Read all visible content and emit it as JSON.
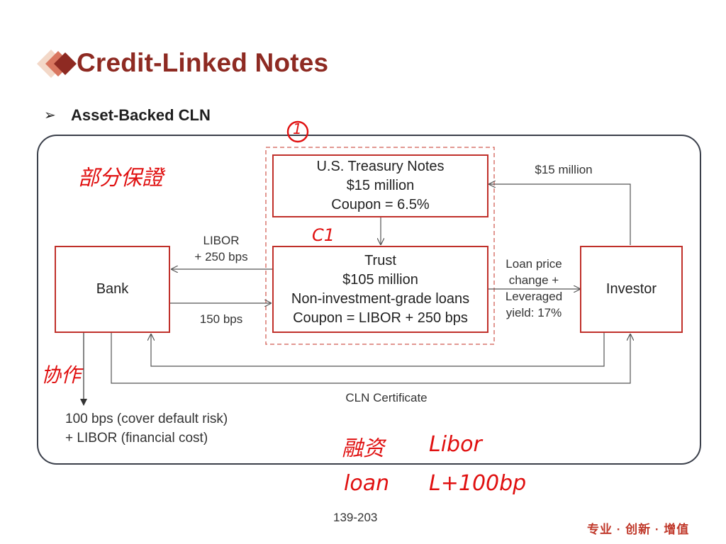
{
  "header": {
    "title": "Credit-Linked Notes"
  },
  "section": {
    "bullet": "➢",
    "subtitle": "Asset-Backed CLN"
  },
  "treasury": {
    "line1": "U.S. Treasury Notes",
    "line2": "$15 million",
    "line3": "Coupon = 6.5%"
  },
  "trust": {
    "line1": "Trust",
    "line2": "$105 million",
    "line3": "Non-investment-grade loans",
    "line4": "Coupon = LIBOR + 250 bps"
  },
  "bank": {
    "label": "Bank"
  },
  "investor": {
    "label": "Investor"
  },
  "flows": {
    "libor_label_1": "LIBOR",
    "libor_label_2": "+ 250 bps",
    "bps150": "150 bps",
    "fifteen_million": "$15 million",
    "loan_1": "Loan price",
    "loan_2": "change +",
    "loan_3": "Leveraged",
    "loan_4": "yield: 17%",
    "cln_certificate": "CLN Certificate"
  },
  "bank_note": {
    "line1": "100 bps (cover default risk)",
    "line2": "+ LIBOR (financial cost)"
  },
  "annotations": {
    "circle_1": "1",
    "c1": "C1",
    "hand_top_left": "部分保證",
    "hand_bank": "协作",
    "hand_bottom_1": "融资",
    "hand_bottom_2": "Libor",
    "hand_bottom_3": "loan",
    "hand_bottom_4": "L+100bp"
  },
  "footer": {
    "page": "139-203",
    "brand": "专业 · 创新 · 增值"
  },
  "colors": {
    "accent": "#8e2a22",
    "box_border": "#c0302a",
    "annotation": "#e01010",
    "frame": "#3a3f4a"
  }
}
